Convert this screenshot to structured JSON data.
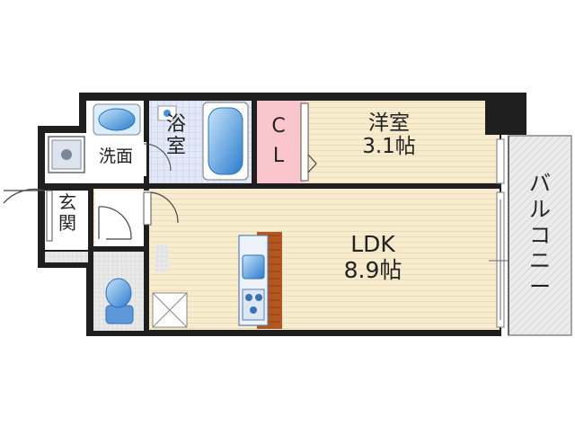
{
  "rooms": {
    "washroom": "洗面",
    "bath_top": "浴",
    "bath_bottom": "室",
    "closet_top": "C",
    "closet_bottom": "L",
    "western_room": "洋室",
    "western_size": "3.1帖",
    "entrance_top": "玄",
    "entrance_bottom": "関",
    "ldk": "LDK",
    "ldk_size": "8.9帖",
    "balcony": [
      "バ",
      "ル",
      "コ",
      "ニ",
      "ー"
    ]
  },
  "colors": {
    "wall": "#1f1f1f",
    "floor_wood": "#f7eccf",
    "closet": "#f8c6cc",
    "tile": "#dfe6f5",
    "fixture": "#3a8ad0",
    "counter": "#b4561f",
    "balcony": "#e8e8e8"
  }
}
